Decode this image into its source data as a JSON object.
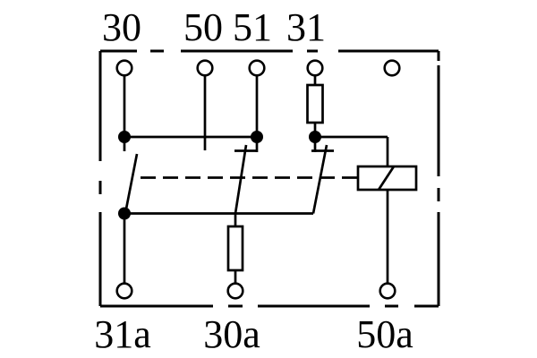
{
  "schematic": {
    "kind": "relay-switch-wiring-diagram",
    "top_terminal_labels": [
      "30",
      "50",
      "51",
      "31"
    ],
    "bottom_terminal_labels": [
      "31a",
      "30a",
      "50a"
    ]
  },
  "colors": {
    "ink": "#000000",
    "paper": "#ffffff"
  }
}
